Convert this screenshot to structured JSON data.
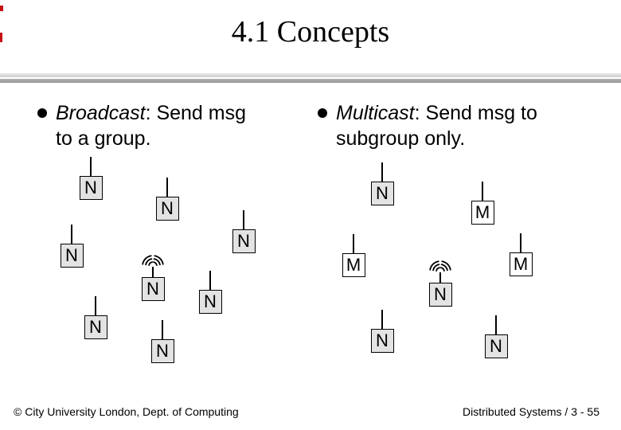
{
  "title": "4.1 Concepts",
  "bullets": {
    "left": {
      "term": "Broadcast",
      "rest": ": Send msg to a group."
    },
    "right": {
      "term": "Multicast",
      "rest": ": Send msg to subgroup only."
    }
  },
  "diagrams": {
    "broadcast_nodes": [
      "N",
      "N",
      "N",
      "N",
      "N",
      "N",
      "N",
      "N"
    ],
    "multicast_nodes": [
      "N",
      "M",
      "M",
      "N",
      "M",
      "N",
      "N"
    ]
  },
  "icons": {
    "sender": "radio-waves-icon"
  },
  "footer": {
    "left": "© City University London, Dept. of Computing",
    "right": "Distributed Systems / 3 - 55"
  },
  "colors": {
    "node_n_fill": "#e3e3e3",
    "node_m_fill": "#ffffff",
    "separator_light": "#dcdcdc",
    "separator_dark": "#a6a6a6",
    "edge_mark_red": "#c41111"
  }
}
